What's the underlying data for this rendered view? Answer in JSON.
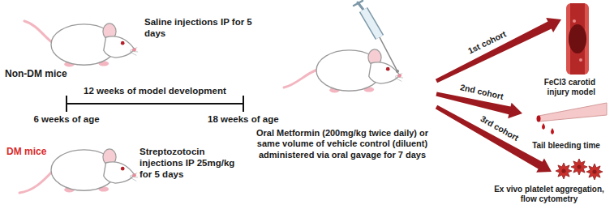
{
  "diagram": {
    "nodes": [
      {
        "text": [
          "Non-DM mice",
          "Saline injections IP for 5 days"
        ]
      },
      {
        "text": [
          "DM mice",
          "Streptozotocin injections IP 25mg/kg for 5 days"
        ]
      },
      {
        "text": [
          "Oral Metformin (200mg/kg twice daily) or same volume of vehicle control (diluent) administered via oral gavage for 7 days"
        ]
      },
      {
        "text": [
          "FeCl3 carotid injury model"
        ]
      },
      {
        "text": [
          "Tail bleeding time"
        ]
      },
      {
        "text": [
          "Ex vivo platelet aggregation, flow cytometry"
        ]
      }
    ],
    "edges": [
      {
        "from": 2,
        "to": 3,
        "arrow": "to",
        "label": "1st cohort"
      },
      {
        "from": 2,
        "to": 4,
        "arrow": "to",
        "label": "2nd cohort"
      },
      {
        "from": 2,
        "to": 5,
        "arrow": "to",
        "label": "3rd cohort"
      }
    ],
    "labels": [
      "12 weeks of model development",
      "6 weeks of age",
      "18 weeks of age"
    ]
  }
}
